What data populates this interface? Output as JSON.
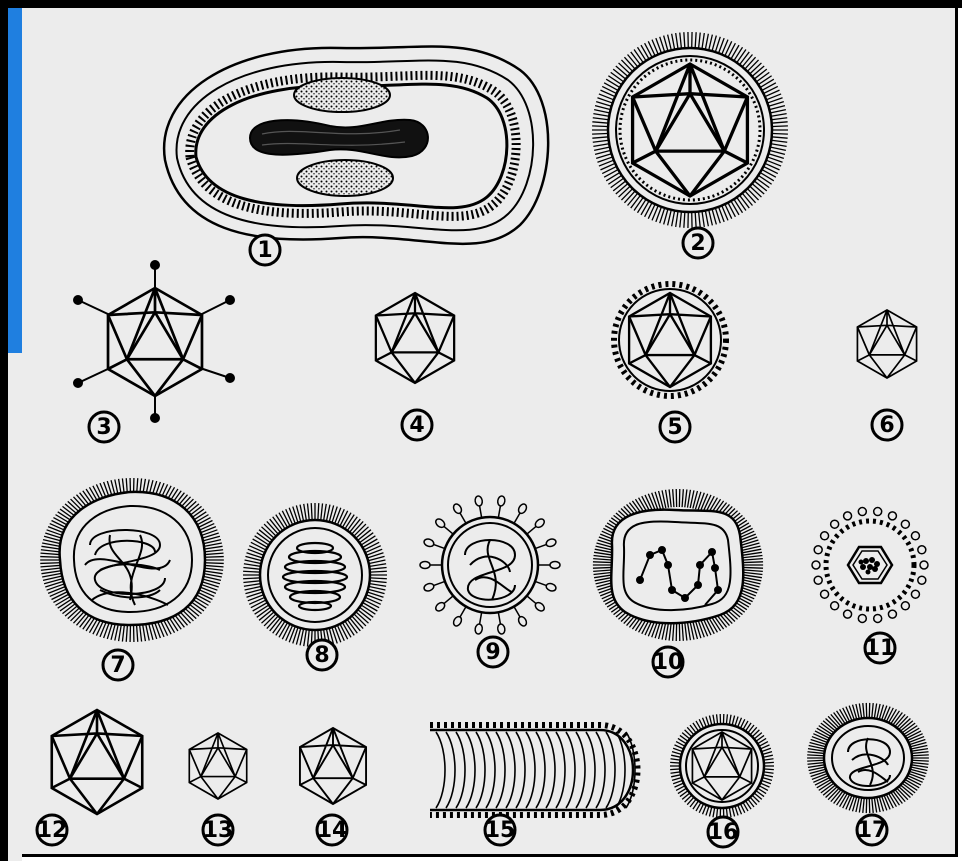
{
  "figure": {
    "labels": [
      "1",
      "2",
      "3",
      "4",
      "5",
      "6",
      "7",
      "8",
      "9",
      "10",
      "11",
      "12",
      "13",
      "14",
      "15",
      "16",
      "17"
    ]
  },
  "colors": {
    "ink": "#000000",
    "paper": "#ececec",
    "frame": "#000000",
    "accent": "#1f7fe0"
  }
}
